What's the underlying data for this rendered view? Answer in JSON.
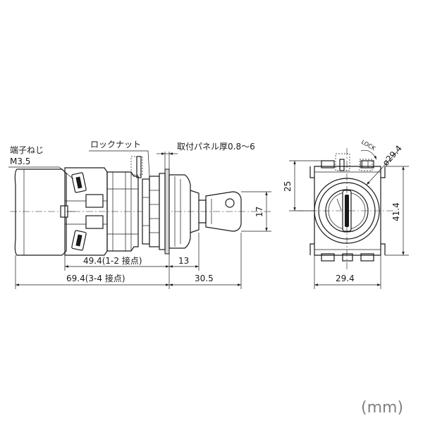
{
  "labels": {
    "terminal_screw": "端子ねじ",
    "terminal_screw_size": "M3.5",
    "lock_nut": "ロックナット",
    "panel_thickness": "取付パネル厚0.8～6",
    "lock": "LOCK",
    "unit": "(mm)"
  },
  "dimensions": {
    "len_1_2": "49.4(1-2 接点)",
    "len_3_4": "69.4(3-4 接点)",
    "front_13": "13",
    "front_30_5": "30.5",
    "key_17": "17",
    "height_25": "25",
    "width_29_4": "29.4",
    "height_41_4": "41.4",
    "diameter": "ø29.4"
  }
}
